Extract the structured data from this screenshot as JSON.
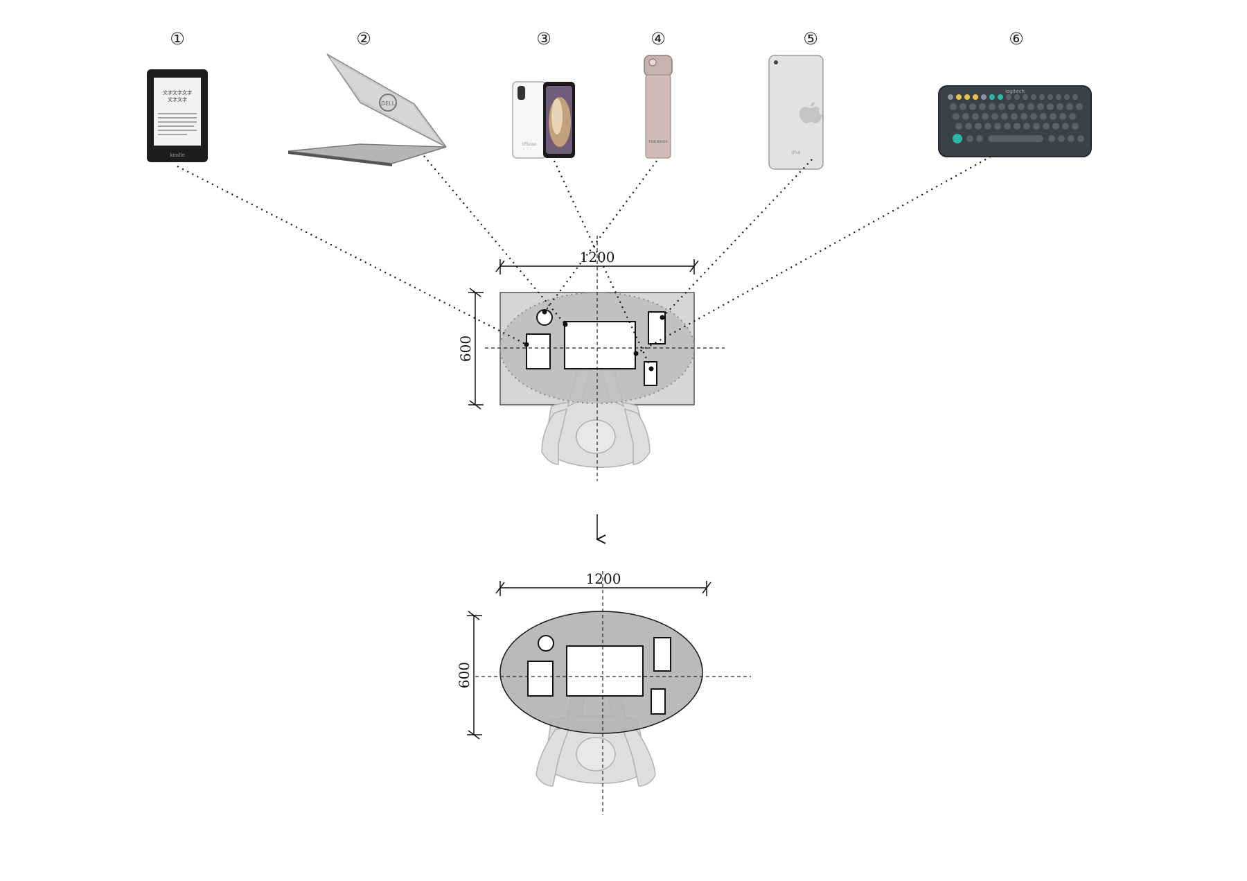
{
  "devices": [
    {
      "number": "①",
      "name": "e-reader-kindle-icon",
      "screen_text": [
        "文字文字文字",
        "文字文字"
      ],
      "brand": "kindle"
    },
    {
      "number": "②",
      "name": "laptop-dell-icon",
      "brand": "DELL"
    },
    {
      "number": "③",
      "name": "smartphone-iphone-icon",
      "brand": "iPhone"
    },
    {
      "number": "④",
      "name": "thermos-bottle-icon",
      "brand": "THERMOS"
    },
    {
      "number": "⑤",
      "name": "tablet-ipad-icon",
      "brand": "iPad"
    },
    {
      "number": "⑥",
      "name": "keyboard-logitech-icon",
      "brand": "logitech"
    }
  ],
  "plan_before": {
    "width_label": "1200",
    "depth_label": "600"
  },
  "plan_after": {
    "width_label": "1200",
    "depth_label": "600"
  },
  "colors": {
    "desk_fill": "#d6d6d6",
    "ellipse_fill": "#b8b8b8",
    "line": "#111111",
    "person": "#dcdcdc"
  }
}
